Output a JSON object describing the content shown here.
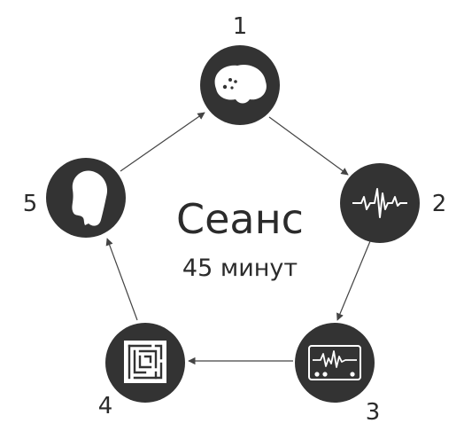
{
  "center": {
    "title": "Сеанс",
    "subtitle": "45 минут"
  },
  "colors": {
    "node_fill": "#333333",
    "icon_fill": "#ffffff",
    "arrow": "#444444",
    "text": "#2b2b2b"
  },
  "nodes": [
    {
      "number": "1",
      "icon": "brain-icon"
    },
    {
      "number": "2",
      "icon": "waveform-icon"
    },
    {
      "number": "3",
      "icon": "monitor-waveform-icon"
    },
    {
      "number": "4",
      "icon": "maze-icon"
    },
    {
      "number": "5",
      "icon": "head-silhouette-icon"
    }
  ]
}
